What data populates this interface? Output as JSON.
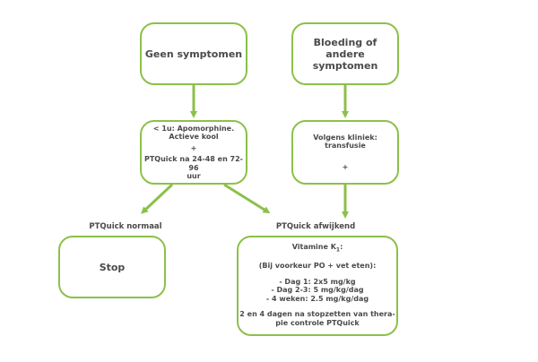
{
  "diagram": {
    "accent_color": "#8cc04a",
    "nodes": {
      "geen_symptomen": "Geen symptomen",
      "bloeding_line1": "Bloeding of",
      "bloeding_line2": "andere symptomen",
      "apomorphine_line1": "< 1u: Apomorphine.",
      "apomorphine_line2": "Actieve kool",
      "apomorphine_plus": "+",
      "apomorphine_line3": "PTQuick na 24-48 en 72-96",
      "apomorphine_line4": "uur",
      "kliniek_line1": "Volgens kliniek:",
      "kliniek_line2": "transfusie",
      "kliniek_plus": "+",
      "stop": "Stop",
      "vitk_title": "Vitamine K",
      "vitk_sub": "1",
      "vitk_colon": ":",
      "vitk_pref": "(Bij voorkeur PO + vet eten):",
      "vitk_dose1": "- Dag 1: 2x5 mg/kg",
      "vitk_dose2": "- Dag 2-3: 5 mg/kg/dag",
      "vitk_dose3": "- 4 weken: 2.5 mg/kg/dag",
      "vitk_control1": "2 en 4 dagen na stopzetten van thera-",
      "vitk_control2": "pie controle PTQuick"
    },
    "labels": {
      "ptquick_normaal": "PTQuick normaal",
      "ptquick_afwijkend": "PTQuick afwijkend"
    }
  }
}
